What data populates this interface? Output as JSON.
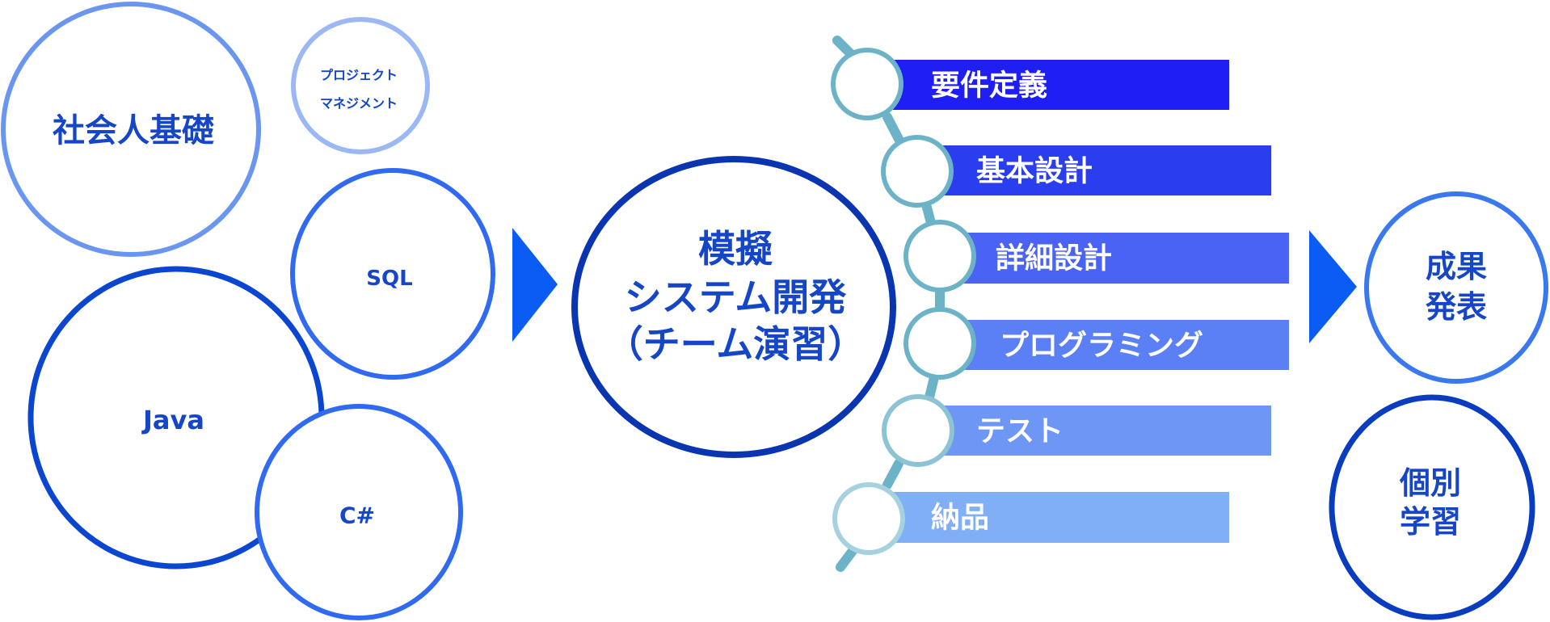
{
  "skills": {
    "business_basics": "社会人基礎",
    "project_management": {
      "line1": "プロジェクト",
      "line2": "マネジメント"
    },
    "sql": "SQL",
    "java": "Java",
    "csharp": "C#"
  },
  "main": {
    "line1": "模擬",
    "line2": "システム開発",
    "line3": "（チーム演習）"
  },
  "phases": [
    {
      "label": "要件定義",
      "color": "#1e1ef5"
    },
    {
      "label": "基本設計",
      "color": "#2a3ef0"
    },
    {
      "label": "詳細設計",
      "color": "#4a63f5"
    },
    {
      "label": "プログラミング",
      "color": "#5b80f5"
    },
    {
      "label": "テスト",
      "color": "#6d96f5"
    },
    {
      "label": "納品",
      "color": "#80aef7"
    }
  ],
  "outcomes": {
    "presentation": {
      "line1": "成果",
      "line2": "発表"
    },
    "individual": {
      "line1": "個別",
      "line2": "学習"
    }
  },
  "colors": {
    "arrow": "#0a5cf5",
    "chain": "#6cb3c8"
  }
}
